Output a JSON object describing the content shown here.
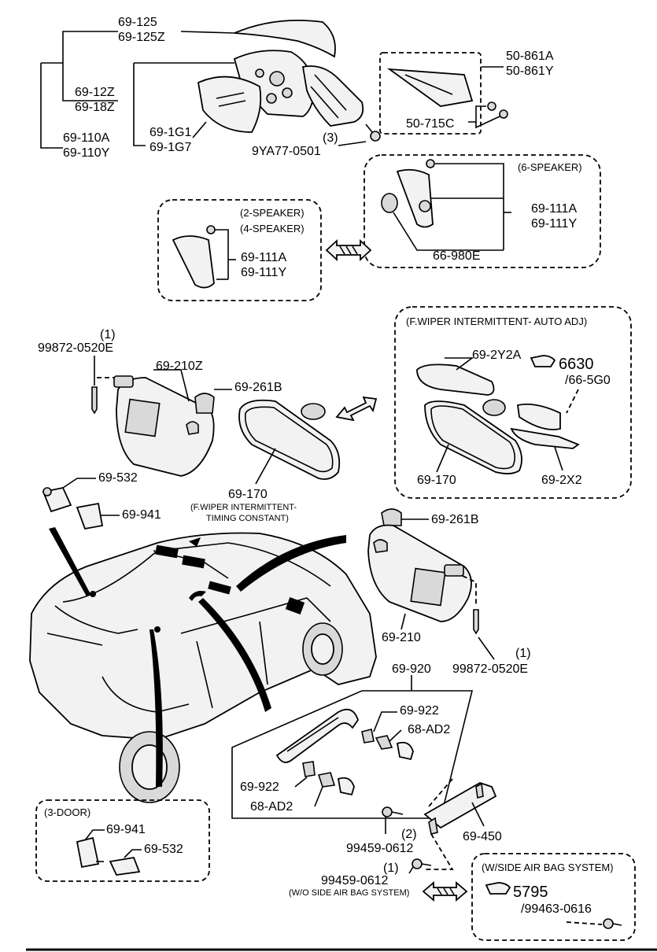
{
  "labels": {
    "p69_125": "69-125",
    "p69_125z": "69-125Z",
    "p69_12z": "69-12Z",
    "p69_18z": "69-18Z",
    "p69_110a": "69-110A",
    "p69_110y": "69-110Y",
    "p69_1g1": "69-1G1",
    "p69_1g7": "69-1G7",
    "qty3": "(3)",
    "p9ya77": "9YA77-0501",
    "p50_861a": "50-861A",
    "p50_861y": "50-861Y",
    "p50_715c": "50-715C",
    "speaker6": "(6-SPEAKER)",
    "p69_111a_r": "69-111A",
    "p69_111y_r": "69-111Y",
    "p66_980e": "66-980E",
    "speaker2": "(2-SPEAKER)",
    "speaker4": "(4-SPEAKER)",
    "p69_111a_l": "69-111A",
    "p69_111y_l": "69-111Y",
    "fwiper_auto": "(F.WIPER INTERMITTENT- AUTO ADJ)",
    "qty1_a": "(1)",
    "p99872_a": "99872-0520E",
    "p69_210z": "69-210Z",
    "p69_261b_a": "69-261B",
    "p69_2y2a": "69-2Y2A",
    "ref6630": "6630",
    "ref66_5g0": "/66-5G0",
    "p69_170_r": "69-170",
    "p69_2x2": "69-2X2",
    "p69_532_a": "69-532",
    "p69_941_a": "69-941",
    "p69_170_c": "69-170",
    "fwiper_timing_1": "(F.WIPER INTERMITTENT-",
    "fwiper_timing_2": "TIMING CONSTANT)",
    "p69_261b_b": "69-261B",
    "p69_210": "69-210",
    "qty1_b": "(1)",
    "p99872_b": "99872-0520E",
    "p69_920": "69-920",
    "p69_922_a": "69-922",
    "p68_ad2_a": "68-AD2",
    "p69_922_b": "69-922",
    "p68_ad2_b": "68-AD2",
    "door3": "(3-DOOR)",
    "p69_941_b": "69-941",
    "p69_532_b": "69-532",
    "qty2": "(2)",
    "p99459_a": "99459-0612",
    "p69_450": "69-450",
    "qty1_c": "(1)",
    "p99459_b": "99459-0612",
    "wo_side_airbag": "(W/O SIDE AIR BAG SYSTEM)",
    "w_side_airbag": "(W/SIDE AIR BAG SYSTEM)",
    "ref5795": "5795",
    "ref99463": "/99463-0616"
  }
}
